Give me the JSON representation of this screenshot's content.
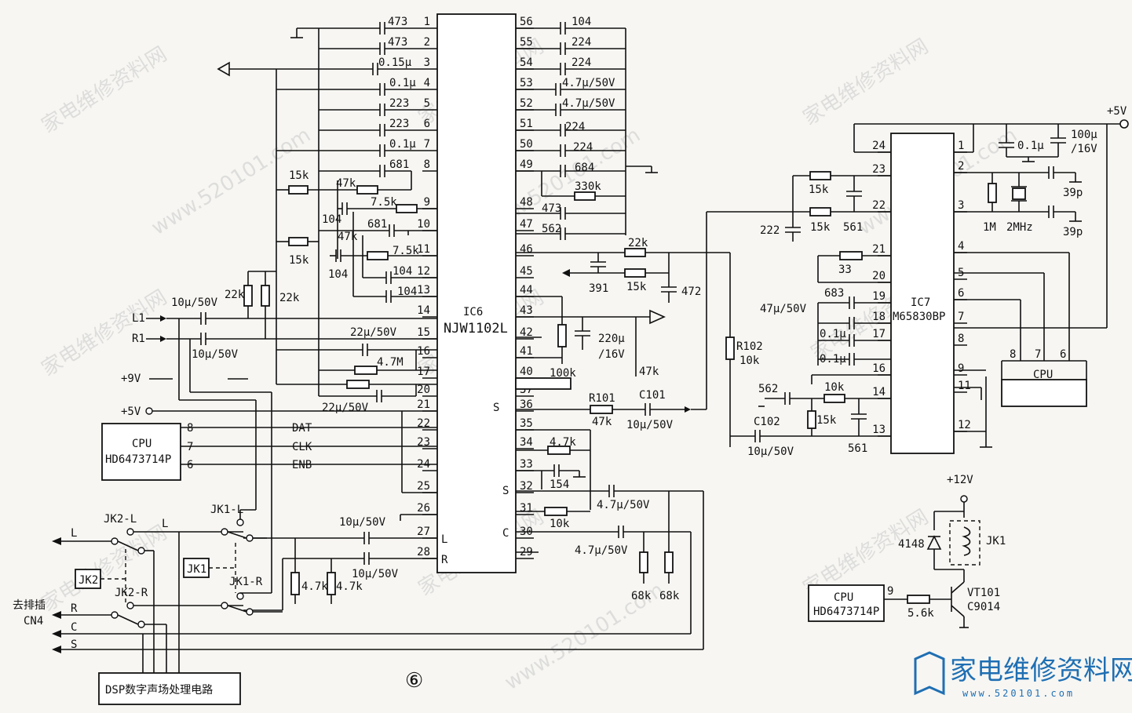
{
  "figure_number": "⑥",
  "watermark": {
    "text": "家电维修资料网",
    "url": "www.520101.com"
  },
  "logo": {
    "text": "家电维修资料网",
    "url": "www.520101.com"
  },
  "ic6": {
    "ref": "IC6",
    "part": "NJW1102L",
    "pins_left": [
      "1",
      "2",
      "3",
      "4",
      "5",
      "6",
      "7",
      "8",
      "9",
      "10",
      "11",
      "12",
      "13",
      "14",
      "15",
      "16",
      "17",
      "20",
      "21",
      "22",
      "23",
      "24",
      "25",
      "26",
      "27",
      "28"
    ],
    "pins_right": [
      "56",
      "55",
      "54",
      "53",
      "52",
      "51",
      "50",
      "49",
      "48",
      "47",
      "46",
      "45",
      "44",
      "43",
      "42",
      "41",
      "40",
      "37",
      "36",
      "35",
      "34",
      "33",
      "32",
      "31",
      "30",
      "29"
    ],
    "pin_labels": {
      "L": "L",
      "R": "R",
      "S1": "S",
      "S2": "S",
      "C": "C"
    }
  },
  "ic7": {
    "ref": "IC7",
    "part": "M65830BP",
    "pins_left": [
      "24",
      "23",
      "22",
      "21",
      "20",
      "19",
      "18",
      "17",
      "16",
      "14",
      "13"
    ],
    "pins_right": [
      "1",
      "2",
      "3",
      "4",
      "5",
      "6",
      "7",
      "8",
      "9",
      "11",
      "12"
    ]
  },
  "components_left": [
    "473",
    "473",
    "0.15μ",
    "0.1μ",
    "223",
    "223",
    "0.1μ",
    "681",
    "47k",
    "15k",
    "7.5k",
    "104",
    "681",
    "47k",
    "7.5k",
    "15k",
    "104",
    "104",
    "104",
    "22k",
    "22k",
    "10μ/50V",
    "10μ/50V",
    "22μ/50V",
    "4.7M",
    "22μ/50V"
  ],
  "components_right": [
    "104",
    "224",
    "224",
    "4.7μ/50V",
    "4.7μ/50V",
    "224",
    "224",
    "684",
    "330k",
    "473",
    "562",
    "22k",
    "391",
    "15k",
    "472",
    "220μ",
    "/16V",
    "100k",
    "47k",
    "R101",
    "47k",
    "C101",
    "10μ/50V",
    "4.7k",
    "154",
    "4.7μ/50V",
    "10k",
    "4.7μ/50V",
    "68k",
    "68k"
  ],
  "components_ic7": [
    "15k",
    "15k",
    "561",
    "222",
    "33",
    "683",
    "47μ/50V",
    "0.1μ",
    "0.1μ",
    "R102",
    "10k",
    "562",
    "10k",
    "15k",
    "C102",
    "10μ/50V",
    "561",
    "100μ",
    "/16V",
    "0.1μ",
    "1M",
    "2MHz",
    "39p",
    "39p",
    "+5V"
  ],
  "cpu_main": {
    "name": "CPU",
    "part": "HD6473714P",
    "pins": [
      "8",
      "7",
      "6"
    ],
    "signals": [
      "DAT",
      "CLK",
      "ENB"
    ]
  },
  "cpu_relay": {
    "name": "CPU",
    "part": "HD6473714P",
    "pin": "9"
  },
  "cpu_right": {
    "name": "CPU",
    "pins": [
      "8",
      "7",
      "6"
    ]
  },
  "relay": {
    "supply": "+12V",
    "diode": "4148",
    "coil": "JK1",
    "transistor": "VT101",
    "transistor_part": "C9014",
    "resistor": "5.6k"
  },
  "io": {
    "L1": "L1",
    "R1": "R1",
    "plus5v": "+5V",
    "plus9v": "+9V",
    "JK2L": "JK2-L",
    "JK2R": "JK2-R",
    "JK1L": "JK1-L",
    "JK1R": "JK1-R",
    "JK1": "JK1",
    "JK2": "JK2",
    "dest": "去排插",
    "cn4": "CN4",
    "outL": "L",
    "outR": "R",
    "outC": "C",
    "outS": "S",
    "Lmid": "L",
    "dsp": "DSP数字声场处理电路",
    "r47k_1": "4.7k",
    "r47k_2": "4.7k",
    "c10u_1": "10μ/50V",
    "c10u_2": "10μ/50V"
  }
}
